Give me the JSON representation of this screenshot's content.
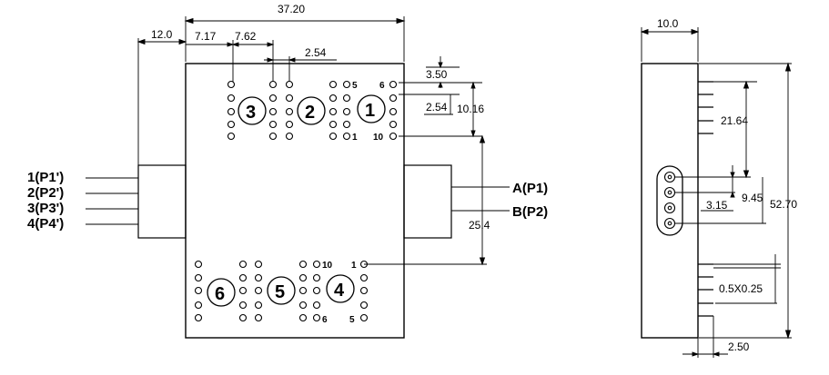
{
  "front_view": {
    "dims": {
      "width": "37.20",
      "offset_left": "12.0",
      "pitch_a": "7.17",
      "pitch_b": "7.62",
      "pitch_c": "2.54",
      "top_gap": "3.50",
      "row_pitch": "2.54",
      "block_height": "10.16",
      "vertical_gap": "25.4"
    },
    "groups_top": [
      "3",
      "2",
      "1"
    ],
    "groups_bottom": [
      "6",
      "5",
      "4"
    ],
    "pin_labels": {
      "top_5": "5",
      "top_6": "6",
      "top_1": "1",
      "top_10": "10",
      "bot_10": "10",
      "bot_1": "1",
      "bot_6": "6",
      "bot_5": "5"
    },
    "ports_left": [
      "1(P1')",
      "2(P2')",
      "3(P3')",
      "4(P4')"
    ],
    "ports_right": [
      "A(P1)",
      "B(P2)"
    ]
  },
  "side_view": {
    "dims": {
      "thickness": "10.0",
      "upper_pins": "21.64",
      "port_pitch": "3.15",
      "port_span": "9.45",
      "height": "52.70",
      "pin_size": "0.5X0.25",
      "pin_pitch": "2.50"
    }
  }
}
